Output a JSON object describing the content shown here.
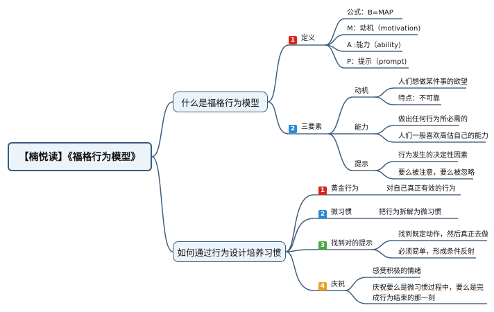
{
  "root": {
    "title": "【楠悦读】《福格行为模型》"
  },
  "branch1": {
    "title": "什么是福格行为模型",
    "definition": {
      "badge": "1",
      "label": "定义",
      "items": [
        "公式：B=MAP",
        "M：动机（motivation)",
        "A :能力（ability)",
        "P：提示（prompt)"
      ]
    },
    "three_elements": {
      "badge": "2",
      "label": "三要素",
      "motivation": {
        "label": "动机",
        "items": [
          "人们想做某件事的欲望",
          "特点：不可靠"
        ]
      },
      "ability": {
        "label": "能力",
        "items": [
          "做出任何行为所必需的",
          "人们一般喜欢高估自己的能力"
        ]
      },
      "prompt": {
        "label": "提示",
        "items": [
          "行为发生的决定性因素",
          "要么被注意，要么被忽略"
        ]
      }
    }
  },
  "branch2": {
    "title": "如何通过行为设计培养习惯",
    "golden": {
      "badge": "1",
      "label": "黄金行为",
      "items": [
        "对自己真正有效的行为"
      ]
    },
    "micro": {
      "badge": "2",
      "label": "微习惯",
      "items": [
        "把行为拆解为微习惯"
      ]
    },
    "prompt": {
      "badge": "3",
      "label": "找到对的提示",
      "items": [
        "找到既定动作，然后真正去做",
        "必须简单，形成条件反射"
      ]
    },
    "celebrate": {
      "badge": "4",
      "label": "庆祝",
      "items": [
        "感受积极的情绪",
        "庆祝要么是微习惯过程中，要么是完成行为结束的那一刻"
      ]
    }
  },
  "colors": {
    "line": "#3f5e7e",
    "node_fill": "#ebf3fb",
    "underline": "#2d4a68"
  }
}
